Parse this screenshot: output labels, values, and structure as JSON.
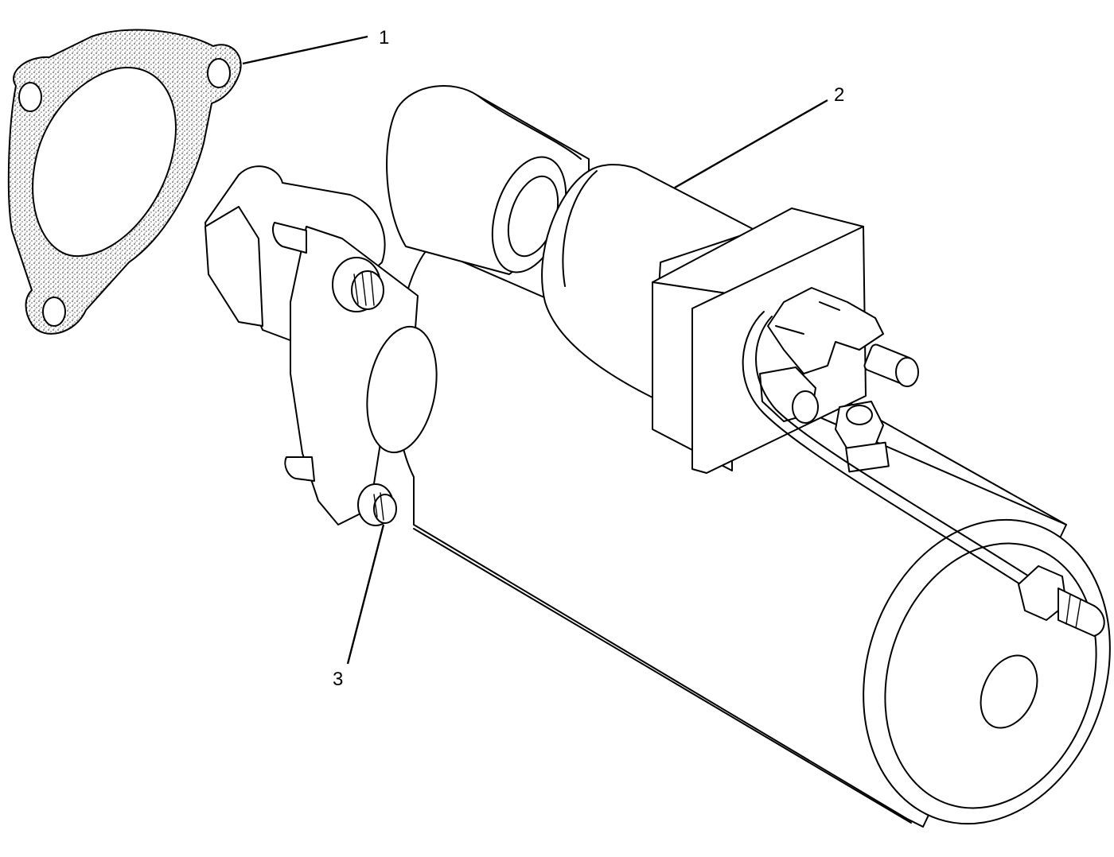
{
  "callouts": [
    {
      "number": "1",
      "part": "gasket"
    },
    {
      "number": "2",
      "part": "starter-motor"
    },
    {
      "number": "3",
      "part": "mounting-bolt"
    }
  ],
  "colors": {
    "ink": "#000000",
    "paper": "#ffffff"
  }
}
